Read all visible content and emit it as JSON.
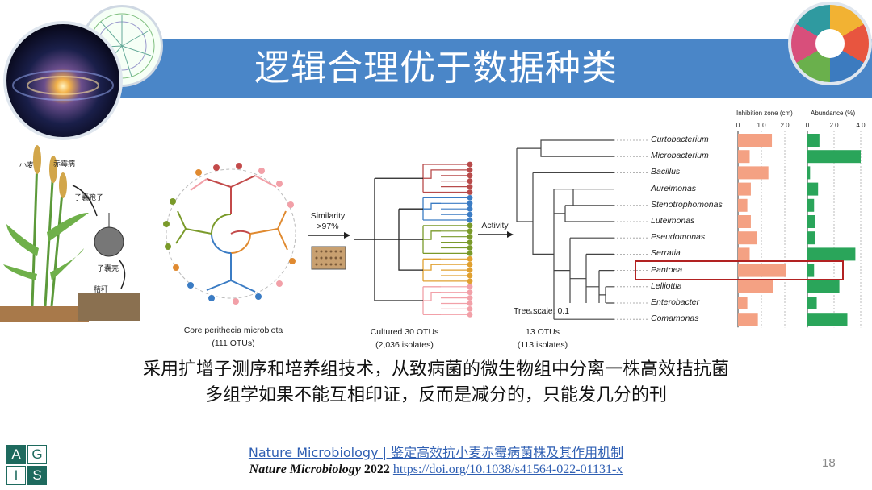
{
  "slide": {
    "title": "逻辑合理优于数据种类",
    "caption_line1": "采用扩增子测序和培养组技术，从致病菌的微生物组中分离一株高效拮抗菌",
    "caption_line2": "多组学如果不能互相印证，反而是减分的，只能发几分的刊",
    "ref_link": "Nature Microbiology | 鉴定高效抗小麦赤霉病菌株及其作用机制",
    "citation_journal": "Nature Microbiology",
    "citation_year": "2022",
    "citation_doi": "https://doi.org/10.1038/s41564-022-01131-x",
    "page_number": "18",
    "logo_letters": [
      "A",
      "G",
      "I",
      "S"
    ]
  },
  "figure": {
    "plant_labels": {
      "wheat": "小麦",
      "scab": "赤霉病",
      "ascospore": "子囊孢子",
      "perithecium": "子囊壳",
      "straw": "秸秆"
    },
    "panels": {
      "core_title": "Core perithecia microbiota",
      "core_sub": "(111 OTUs)",
      "cultured_title": "Cultured 30 OTUs",
      "cultured_sub": "(2,036 isolates)",
      "otus_title": "13 OTUs",
      "otus_sub": "(113 isolates)",
      "similarity_line1": "Similarity",
      "similarity_line2": ">97%",
      "activity": "Activity",
      "tree_scale": "Tree scale: 0.1"
    },
    "inhibition_header": "Inhibition zone (cm)",
    "abundance_header": "Abundance (%)",
    "inhibition_ticks": [
      "0",
      "1.0",
      "2.0"
    ],
    "abundance_ticks": [
      "0",
      "2.0",
      "4.0"
    ],
    "species": [
      "Curtobacterium",
      "Microbacterium",
      "Bacillus",
      "Aureimonas",
      "Stenotrophomonas",
      "Luteimonas",
      "Pseudomonas",
      "Serratia",
      "Pantoea",
      "Lelliottia",
      "Enterobacter",
      "Comamonas"
    ],
    "highlighted": "Pantoea",
    "inhibition_cm": [
      1.45,
      0.5,
      1.3,
      0.55,
      0.4,
      0.55,
      0.8,
      0.5,
      2.05,
      1.5,
      0.4,
      0.85
    ],
    "abundance_pct": [
      0.9,
      4.0,
      0.2,
      0.8,
      0.5,
      0.6,
      0.6,
      3.6,
      0.5,
      2.4,
      0.7,
      3.0
    ],
    "colors": {
      "title_bar": "#4a86c8",
      "inhibition": "#f4a183",
      "abundance": "#2aa55a",
      "highlight": "#b22222",
      "logo": "#1e6a5e"
    }
  }
}
